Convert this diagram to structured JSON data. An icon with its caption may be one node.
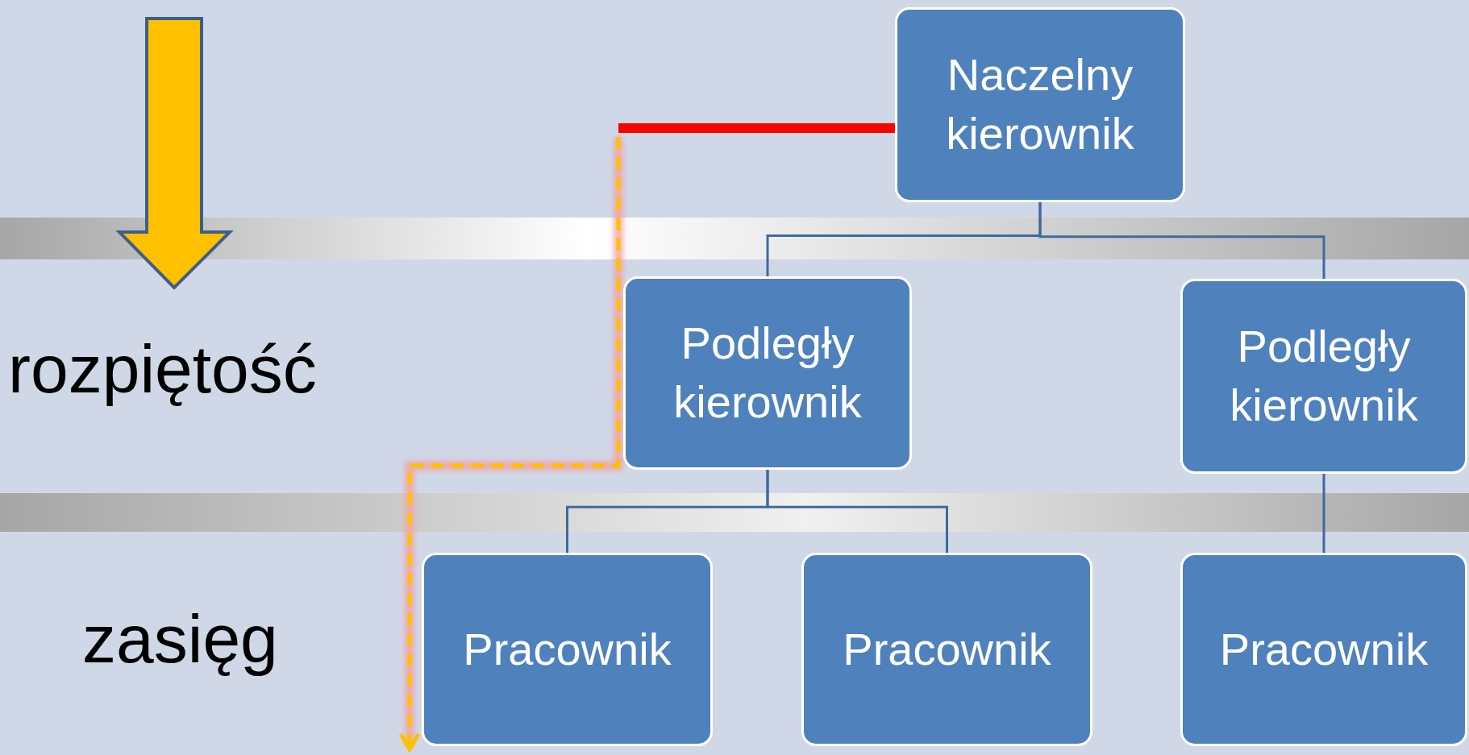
{
  "diagram": {
    "nodes": [
      {
        "text": [
          "Naczelny kierownik"
        ]
      },
      {
        "text": [
          "Podległy kierownik"
        ]
      },
      {
        "text": [
          "Podległy kierownik"
        ]
      },
      {
        "text": [
          "Pracownik"
        ]
      },
      {
        "text": [
          "Pracownik"
        ]
      },
      {
        "text": [
          "Pracownik"
        ]
      }
    ],
    "edges": [
      {
        "from": 0,
        "to": 1,
        "arrow": "none"
      },
      {
        "from": 0,
        "to": 2,
        "arrow": "none"
      },
      {
        "from": 1,
        "to": 3,
        "arrow": "none"
      },
      {
        "from": 1,
        "to": 4,
        "arrow": "none"
      },
      {
        "from": 2,
        "to": 5,
        "arrow": "none"
      },
      {
        "from": 0,
        "to": null,
        "arrow": "none",
        "style": "thick",
        "color": "#ff0000"
      }
    ],
    "labels": [
      "rozpiętość",
      "zasięg"
    ]
  }
}
